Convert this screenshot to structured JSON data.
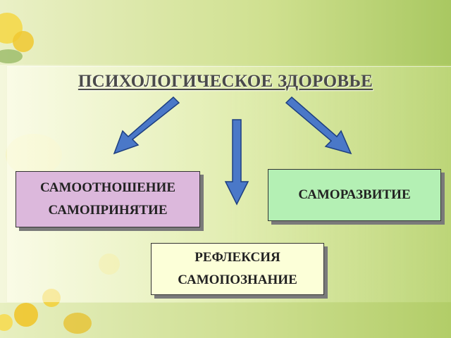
{
  "title": "ПСИХОЛОГИЧЕСКОЕ ЗДОРОВЬЕ",
  "nodes": {
    "left": {
      "line1": "САМООТНОШЕНИЕ",
      "line2": "САМОПРИНЯТИЕ"
    },
    "right": {
      "line1": "САМОРАЗВИТИЕ"
    },
    "bottom": {
      "line1": "РЕФЛЕКСИЯ",
      "line2": "САМОПОЗНАНИЕ"
    }
  },
  "colors": {
    "arrow_fill": "#4a78c8",
    "arrow_stroke": "#1d3f80",
    "left_box": "#dcb8dc",
    "right_box": "#b4f0b4",
    "bottom_box": "#fcffd8"
  }
}
